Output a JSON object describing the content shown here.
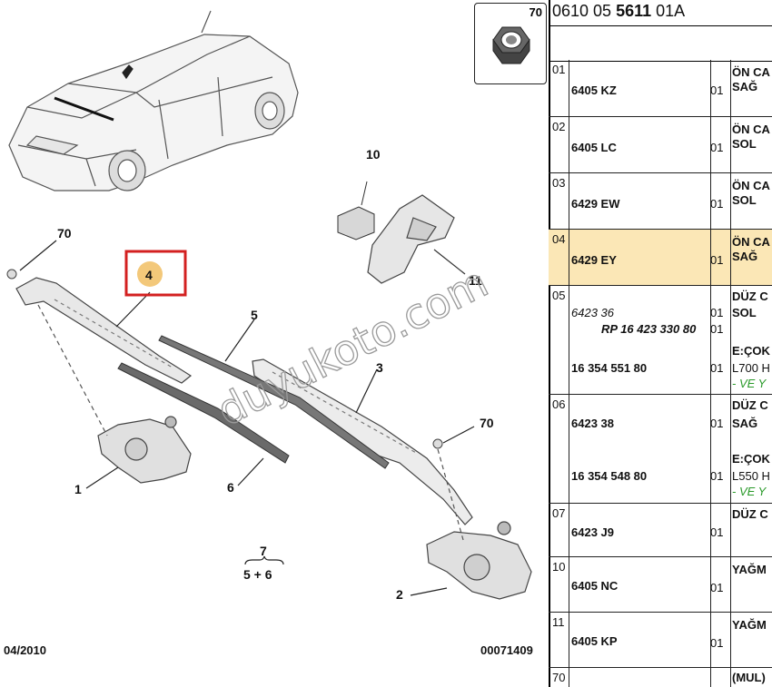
{
  "header": {
    "code_prefix": "0610 05 ",
    "code_bold": "5611",
    "code_suffix": " 01A",
    "thumbnail_label": "70"
  },
  "diagram": {
    "callouts": [
      "70",
      "4",
      "10",
      "11",
      "5",
      "3",
      "70",
      "1",
      "6",
      "7",
      "5 + 6",
      "2"
    ],
    "date": "04/2010",
    "diagram_no": "00071409",
    "watermark": "duyukoto.com",
    "highlight_color": "#d32020",
    "badge_color": "#f3c87a"
  },
  "rows": [
    {
      "idx": "01",
      "ref": "6405 KZ",
      "qty": "01",
      "desc": [
        "ÖN CA",
        "SAĞ"
      ],
      "selected": false
    },
    {
      "idx": "02",
      "ref": "6405 LC",
      "qty": "01",
      "desc": [
        "ÖN CA",
        "SOL"
      ],
      "selected": false
    },
    {
      "idx": "03",
      "ref": "6429 EW",
      "qty": "01",
      "desc": [
        "ÖN CA",
        "SOL"
      ],
      "selected": false
    },
    {
      "idx": "04",
      "ref": "6429 EY",
      "qty": "01",
      "desc": [
        "ÖN CA",
        "SAĞ"
      ],
      "selected": true
    },
    {
      "idx": "05",
      "ref_italic": "6423 36",
      "ref_rp": "RP 16 423 330 80",
      "ref2": "16 354 551 80",
      "qty": "01",
      "qty_rp": "01",
      "qty2": "01",
      "desc": [
        "DÜZ C",
        "SOL"
      ],
      "desc2": [
        "E:ÇOK",
        "L700 H",
        "- VE Y"
      ]
    },
    {
      "idx": "06",
      "ref": "6423 38",
      "ref2": "16 354 548 80",
      "qty": "01",
      "qty2": "01",
      "desc": [
        "DÜZ C",
        "SAĞ"
      ],
      "desc2": [
        "E:ÇOK",
        "L550 H",
        "- VE Y"
      ]
    },
    {
      "idx": "07",
      "ref": "6423 J9",
      "qty": "01",
      "desc": [
        "DÜZ C"
      ]
    },
    {
      "idx": "10",
      "ref": "6405 NC",
      "qty": "01",
      "desc": [
        "YAĞM"
      ]
    },
    {
      "idx": "11",
      "ref": "6405 KP",
      "qty": "01",
      "desc": [
        "YAĞM"
      ]
    },
    {
      "idx": "70",
      "desc": [
        "(MUL)"
      ]
    }
  ]
}
